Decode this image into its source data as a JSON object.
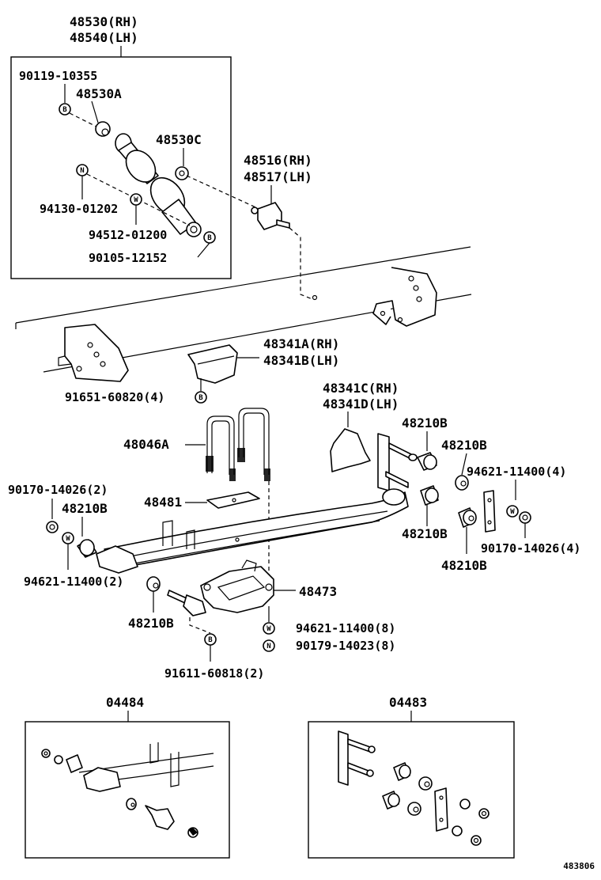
{
  "labels": {
    "shock_rh": "48530(RH)",
    "shock_lh": "48540(LH)",
    "bolt_90119": "90119-10355",
    "part_48530a": "48530A",
    "part_48530c": "48530C",
    "nut_94130": "94130-01202",
    "washer_94512": "94512-01200",
    "bolt_90105": "90105-12152",
    "bracket_rh": "48516(RH)",
    "bracket_lh": "48517(LH)",
    "stopper_a": "48341A(RH)",
    "stopper_b": "48341B(LH)",
    "bolt_91651": "91651-60820(4)",
    "stopper_c": "48341C(RH)",
    "stopper_d": "48341D(LH)",
    "bushing_1": "48210B",
    "bushing_2": "48210B",
    "bushing_3": "48210B",
    "bushing_4": "48210B",
    "bushing_5": "48210B",
    "bushing_6": "48210B",
    "ubolt": "48046A",
    "washer_94621_4": "94621-11400(4)",
    "nut_90170_2": "90170-14026(2)",
    "nut_90170_4": "90170-14026(4)",
    "seat": "48481",
    "washer_94621_2": "94621-11400(2)",
    "plate": "48473",
    "washer_94621_8": "94621-11400(8)",
    "nut_90179_8": "90179-14023(8)",
    "bolt_91611": "91611-60818(2)",
    "kit_04484": "04484",
    "kit_04483": "04483",
    "ref_number": "483806"
  },
  "badges": {
    "b": "B",
    "n": "N",
    "w": "W"
  }
}
